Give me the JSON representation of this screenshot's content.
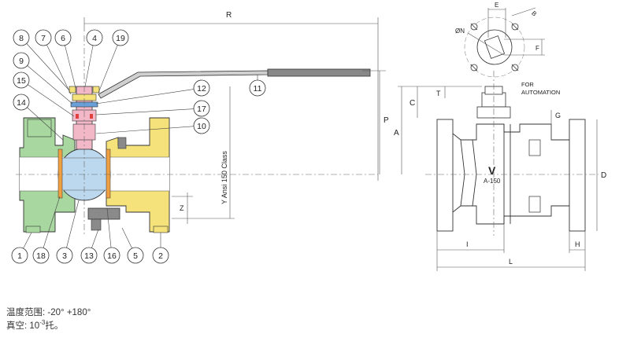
{
  "balloons": [
    {
      "id": "b8",
      "label": "8"
    },
    {
      "id": "b7",
      "label": "7"
    },
    {
      "id": "b6",
      "label": "6"
    },
    {
      "id": "b4",
      "label": "4"
    },
    {
      "id": "b19",
      "label": "19"
    },
    {
      "id": "b9",
      "label": "9"
    },
    {
      "id": "b15",
      "label": "15"
    },
    {
      "id": "b14",
      "label": "14"
    },
    {
      "id": "b12",
      "label": "12"
    },
    {
      "id": "b17",
      "label": "17"
    },
    {
      "id": "b10",
      "label": "10"
    },
    {
      "id": "b11",
      "label": "11"
    },
    {
      "id": "b1",
      "label": "1"
    },
    {
      "id": "b18",
      "label": "18"
    },
    {
      "id": "b3",
      "label": "3"
    },
    {
      "id": "b13",
      "label": "13"
    },
    {
      "id": "b16",
      "label": "16"
    },
    {
      "id": "b5",
      "label": "5"
    },
    {
      "id": "b2",
      "label": "2"
    }
  ],
  "dims": {
    "R": "R",
    "P": "P",
    "Y": "Y Ansi 150 Class",
    "Z": "Z",
    "A": "A",
    "C": "C",
    "T": "T",
    "G": "G",
    "D": "D",
    "I": "I",
    "L": "L",
    "H": "H",
    "E": "E",
    "B": "B",
    "N": "ØN",
    "F": "F"
  },
  "automation": {
    "line1": "FOR",
    "line2": "AUTOMATION"
  },
  "valve_mark": {
    "logo": "V",
    "rating": "A-150"
  },
  "colors": {
    "body_green": "#a8d8a0",
    "body_yellow": "#f5e27a",
    "ball": "#bcd8ee",
    "stem_pink": "#f2b8c8",
    "seal_orange": "#f0a040",
    "bolt_gray": "#8a8a8a",
    "handle_gray": "#888888"
  },
  "notes": {
    "temp_label": "温度范围:",
    "temp_value": "-20° +180°",
    "vacuum_label": "真空:",
    "vacuum_base": "10",
    "vacuum_exp": "-3",
    "vacuum_unit": "托。"
  }
}
